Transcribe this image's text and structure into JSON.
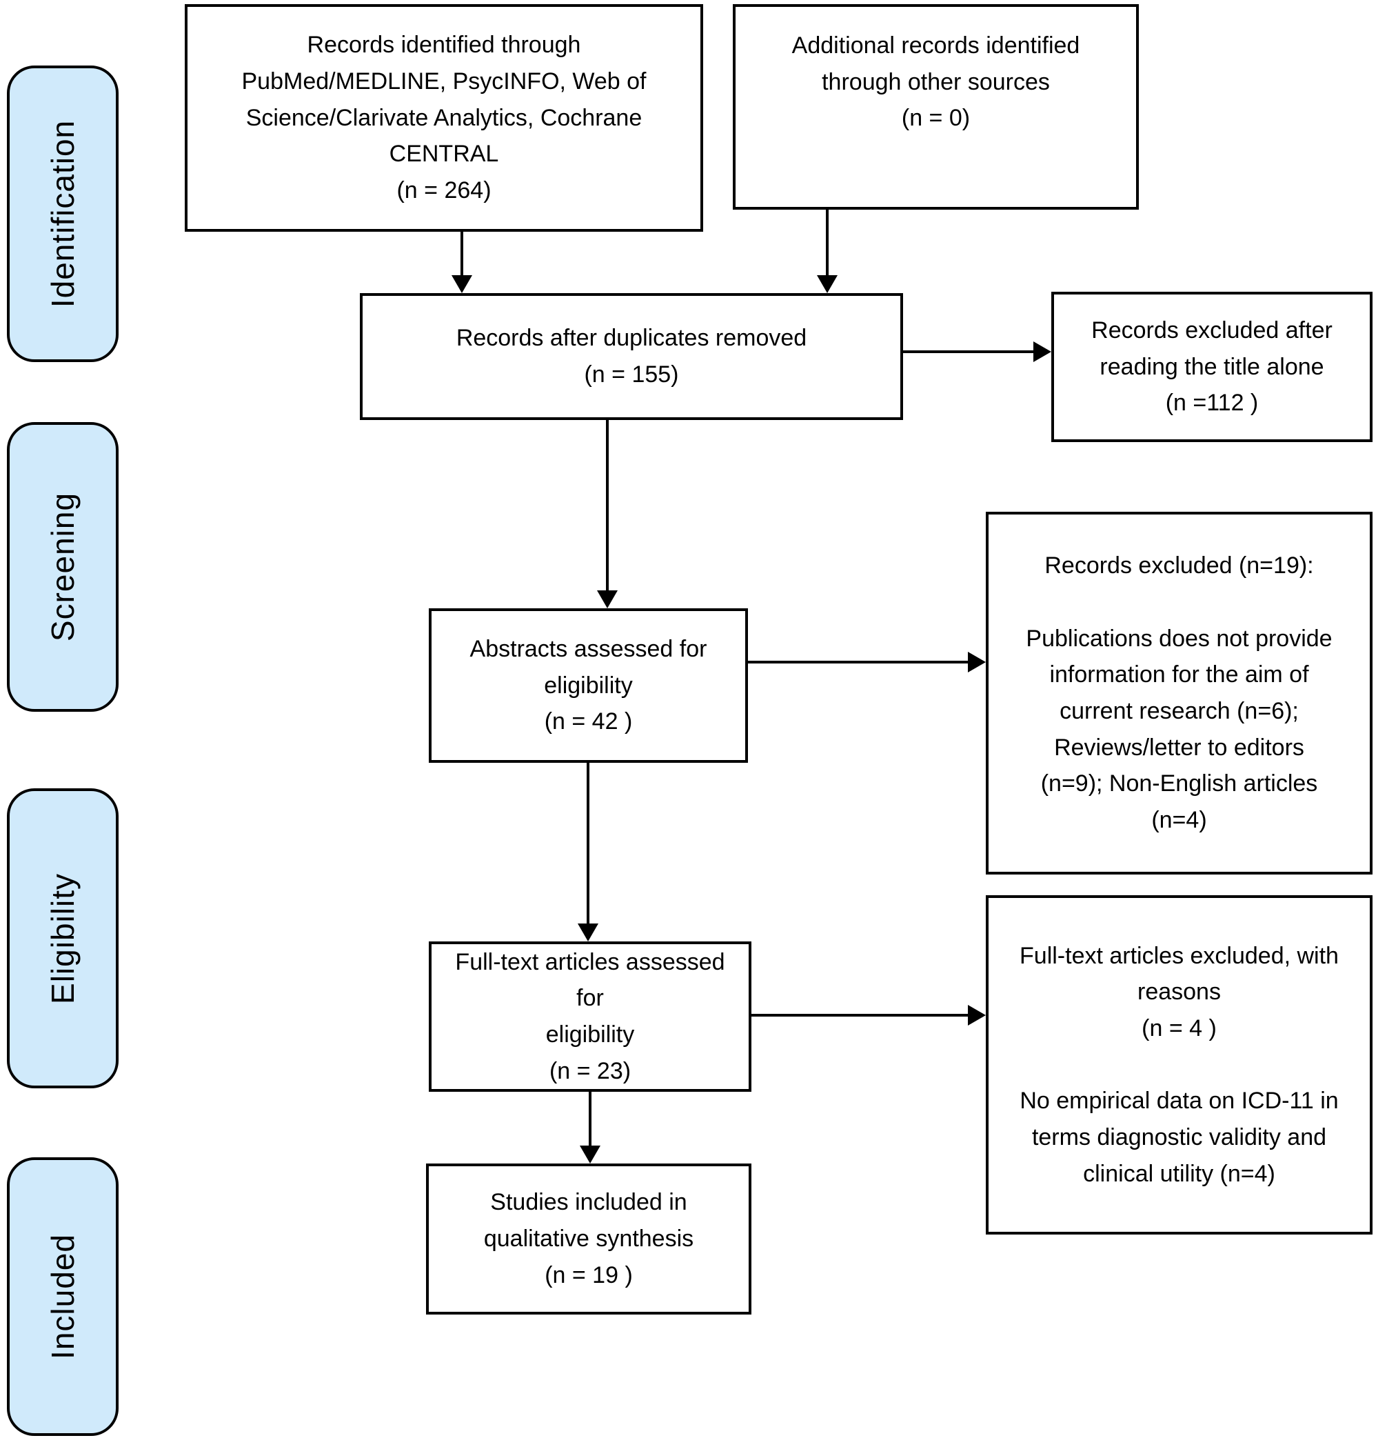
{
  "colors": {
    "stage_fill": "#d0eafb",
    "node_fill": "#ffffff",
    "line": "#000000"
  },
  "stages": [
    {
      "label": "Identification"
    },
    {
      "label": "Screening"
    },
    {
      "label": "Eligibility"
    },
    {
      "label": "Included"
    }
  ],
  "nodes": {
    "identified": {
      "text": "Records identified through\nPubMed/MEDLINE, PsycINFO, Web of\nScience/Clarivate Analytics, Cochrane\nCENTRAL\n(n = 264)"
    },
    "additional": {
      "text": "Additional records identified\nthrough other sources\n(n = 0)"
    },
    "after_duplicates": {
      "text": "Records after duplicates removed\n(n = 155)"
    },
    "excluded_title": {
      "text": "Records excluded after\nreading the title alone\n(n =112 )"
    },
    "abstracts": {
      "text": "Abstracts assessed for\neligibility\n(n = 42 )"
    },
    "records_excluded": {
      "text": "Records excluded (n=19):\n\nPublications does not provide\ninformation for the aim of\ncurrent research (n=6);\nReviews/letter to editors\n(n=9); Non-English articles\n(n=4)"
    },
    "fulltext": {
      "text": "Full-text articles assessed for\neligibility\n(n = 23)"
    },
    "fulltext_excluded": {
      "text": "Full-text articles excluded, with\nreasons\n(n = 4 )\n\nNo empirical data on ICD-11 in\nterms diagnostic validity and\nclinical utility (n=4)"
    },
    "included": {
      "text": "Studies included in\nqualitative synthesis\n(n = 19 )"
    }
  }
}
